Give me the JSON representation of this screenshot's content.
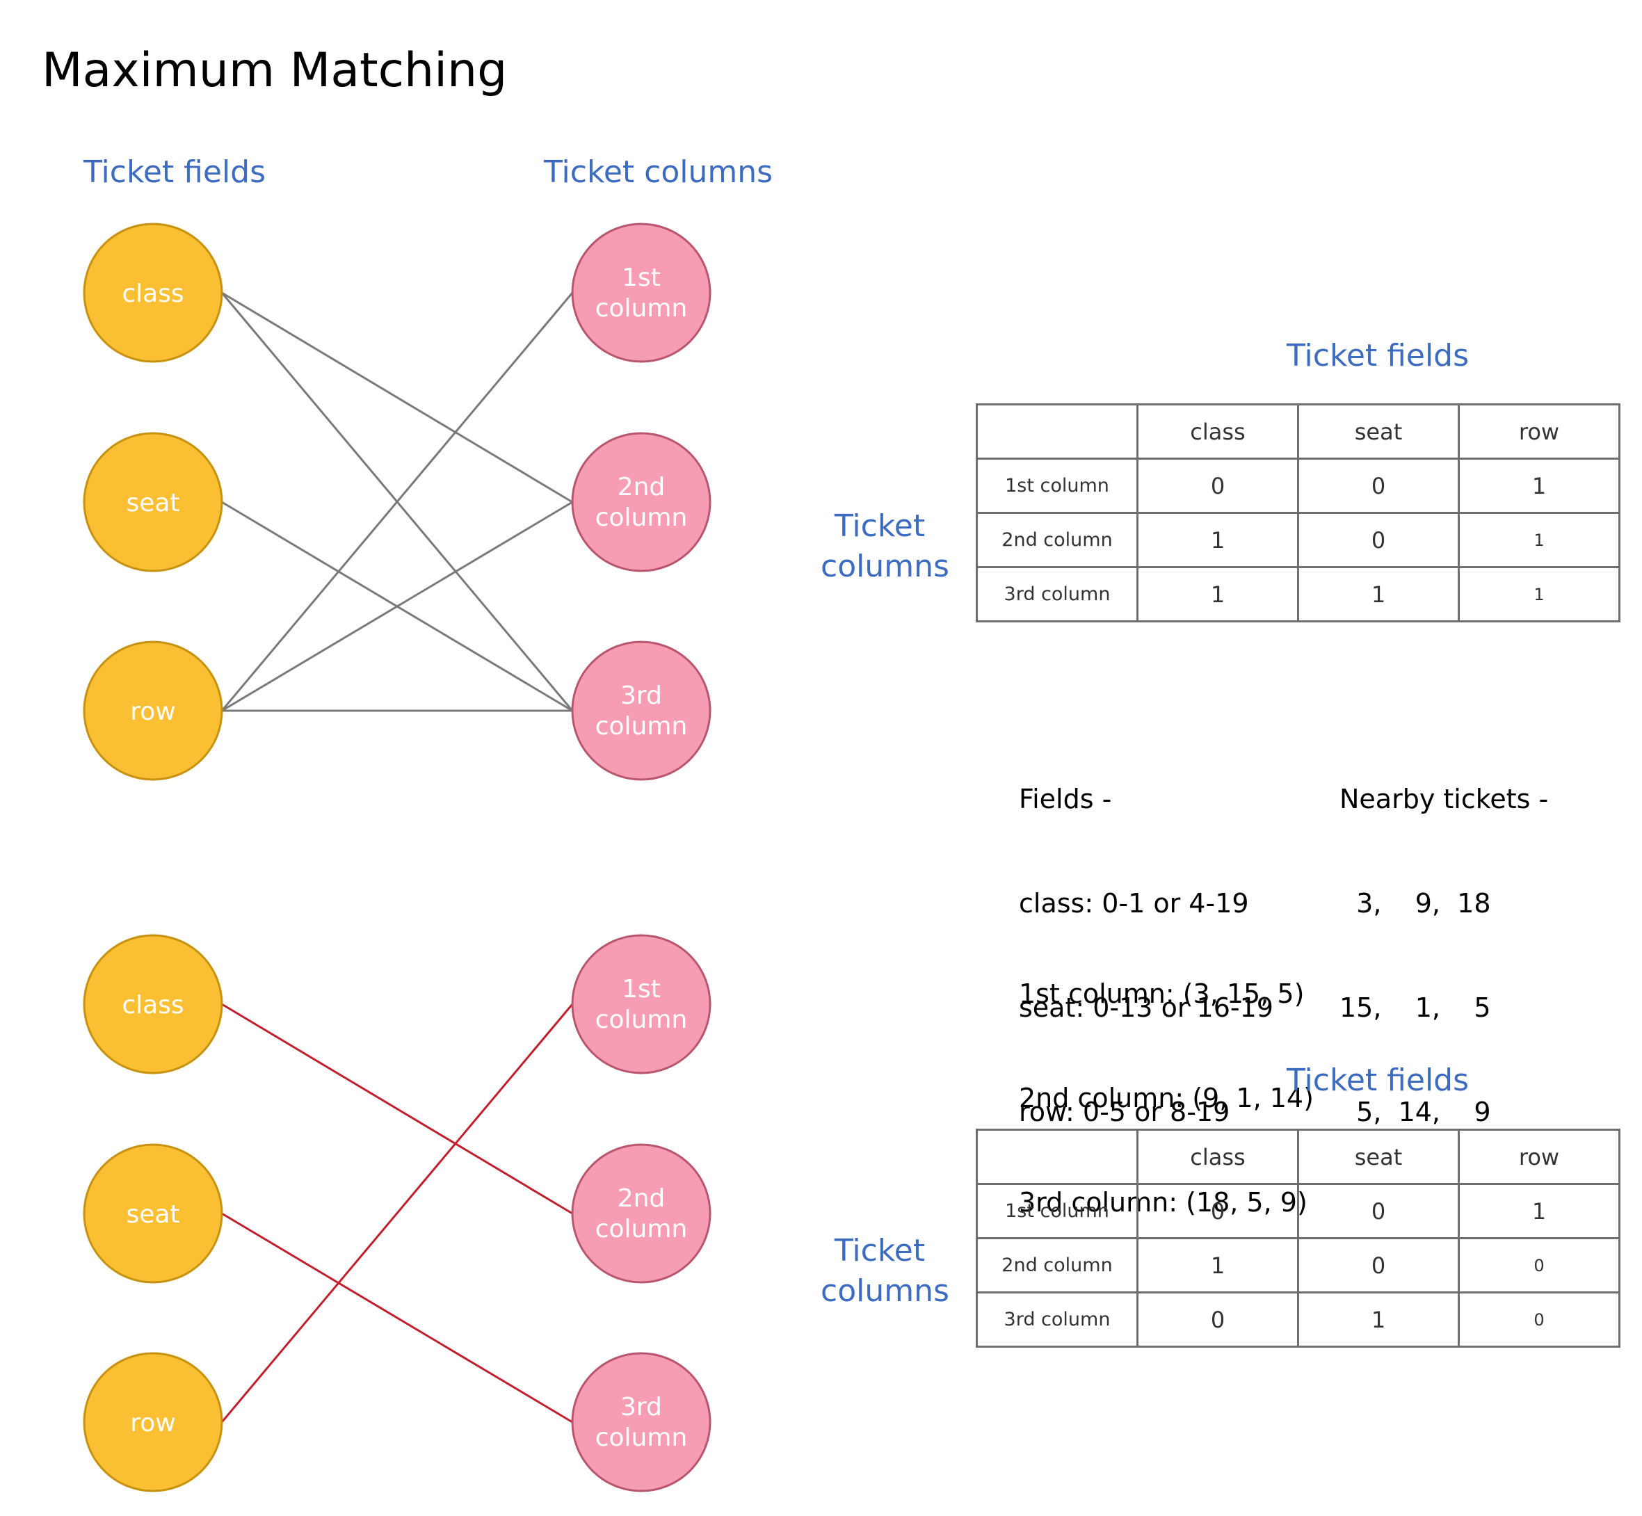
{
  "title": "Maximum Matching",
  "graph": {
    "left_header": "Ticket fields",
    "right_header": "Ticket columns",
    "fields": [
      "class",
      "seat",
      "row"
    ],
    "columns": [
      "1st column",
      "2nd column",
      "3rd column"
    ],
    "column_lines": [
      [
        "1st",
        "column"
      ],
      [
        "2nd",
        "column"
      ],
      [
        "3rd",
        "column"
      ]
    ],
    "top_edges": [
      [
        "class",
        "2nd column"
      ],
      [
        "class",
        "3rd column"
      ],
      [
        "seat",
        "3rd column"
      ],
      [
        "row",
        "1st column"
      ],
      [
        "row",
        "2nd column"
      ],
      [
        "row",
        "3rd column"
      ]
    ],
    "bottom_edges": [
      [
        "class",
        "2nd column"
      ],
      [
        "seat",
        "3rd column"
      ],
      [
        "row",
        "1st column"
      ]
    ],
    "colors": {
      "field_fill": "#fbbf33",
      "field_stroke": "#c6920f",
      "column_fill": "#f79db3",
      "column_stroke": "#b8566f",
      "edge_gray": "#7a7a7a",
      "edge_red": "#c0202e",
      "label_blue": "#3d6bbf"
    }
  },
  "table1": {
    "caption_top": "Ticket fields",
    "caption_side": [
      "Ticket",
      "columns"
    ],
    "headers": [
      "",
      "class",
      "seat",
      "row"
    ],
    "rows": [
      {
        "label": "1st column",
        "values": [
          "0",
          "0",
          "1"
        ]
      },
      {
        "label": "2nd column",
        "values": [
          "1",
          "0",
          "1"
        ]
      },
      {
        "label": "3rd column",
        "values": [
          "1",
          "1",
          "1"
        ]
      }
    ]
  },
  "table2": {
    "caption_top": "Ticket fields",
    "caption_side": [
      "Ticket",
      "columns"
    ],
    "headers": [
      "",
      "class",
      "seat",
      "row"
    ],
    "rows": [
      {
        "label": "1st column",
        "values": [
          "0",
          "0",
          "1"
        ]
      },
      {
        "label": "2nd column",
        "values": [
          "1",
          "0",
          "0"
        ]
      },
      {
        "label": "3rd column",
        "values": [
          "0",
          "1",
          "0"
        ]
      }
    ]
  },
  "rules": {
    "heading": "Fields -",
    "lines": [
      "class: 0-1 or 4-19",
      "seat: 0-13 or 16-19",
      "row: 0-5 or 8-19"
    ]
  },
  "tickets": {
    "heading": "Nearby tickets -",
    "lines": [
      "  3,    9,  18",
      "15,    1,    5",
      "  5,  14,    9"
    ]
  },
  "column_values": {
    "lines": [
      "1st column: (3, 15, 5)",
      "2nd column: (9, 1, 14)",
      "3rd column: (18, 5, 9)"
    ]
  }
}
